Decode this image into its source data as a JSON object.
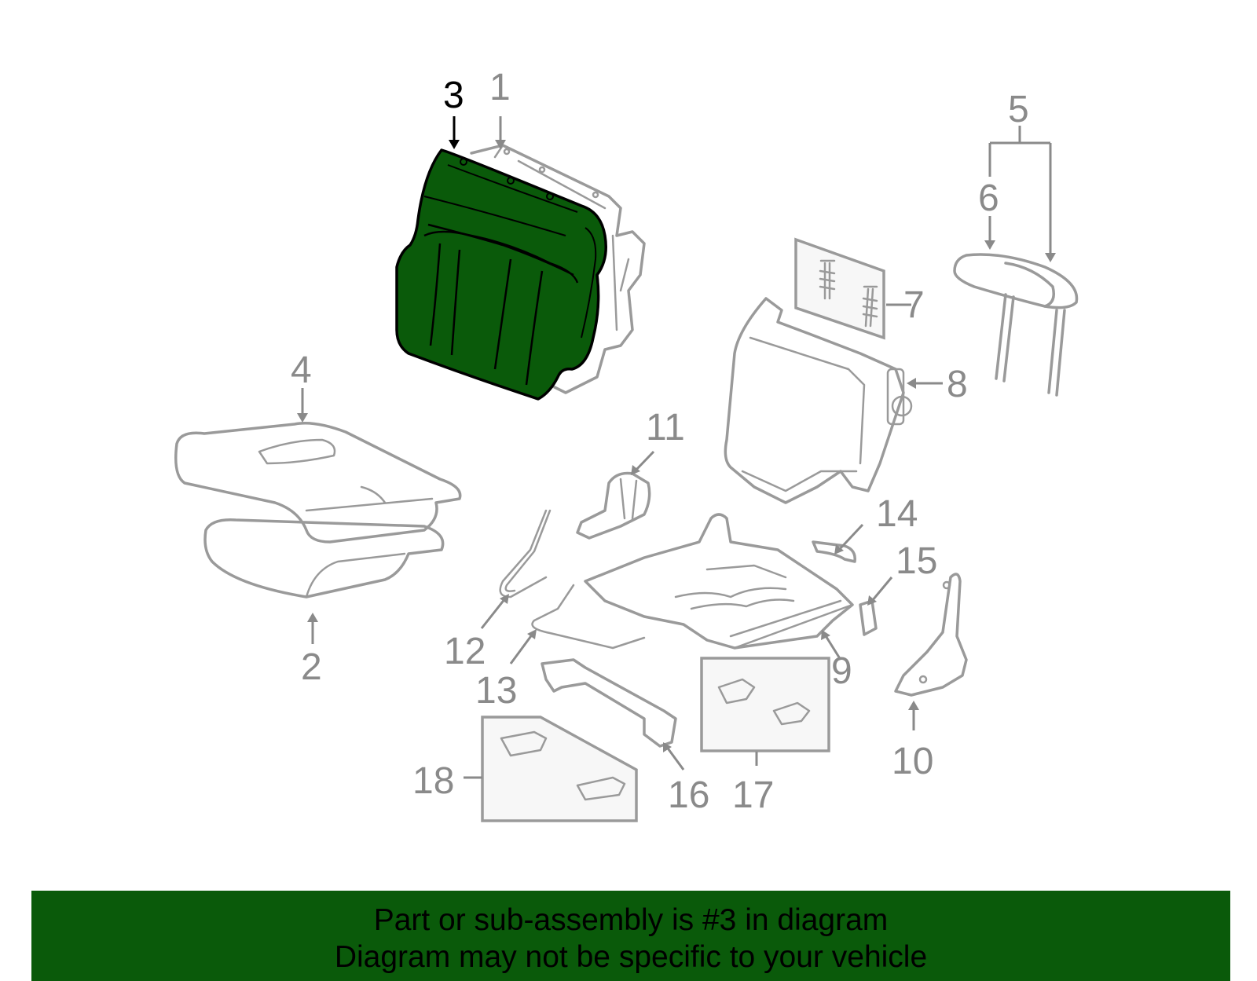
{
  "diagram": {
    "highlight_color": "#0a5a0a",
    "callouts": [
      {
        "id": "1",
        "text": "1"
      },
      {
        "id": "2",
        "text": "2"
      },
      {
        "id": "3",
        "text": "3"
      },
      {
        "id": "4",
        "text": "4"
      },
      {
        "id": "5",
        "text": "5"
      },
      {
        "id": "6",
        "text": "6"
      },
      {
        "id": "7",
        "text": "7"
      },
      {
        "id": "8",
        "text": "8"
      },
      {
        "id": "9",
        "text": "9"
      },
      {
        "id": "10",
        "text": "10"
      },
      {
        "id": "11",
        "text": "11"
      },
      {
        "id": "12",
        "text": "12"
      },
      {
        "id": "13",
        "text": "13"
      },
      {
        "id": "14",
        "text": "14"
      },
      {
        "id": "15",
        "text": "15"
      },
      {
        "id": "16",
        "text": "16"
      },
      {
        "id": "17",
        "text": "17"
      },
      {
        "id": "18",
        "text": "18"
      }
    ]
  },
  "banner": {
    "line1": "Part or sub-assembly is #3 in diagram",
    "line2": "Diagram may not be specific to your vehicle",
    "background_color": "#0a5a0a"
  }
}
